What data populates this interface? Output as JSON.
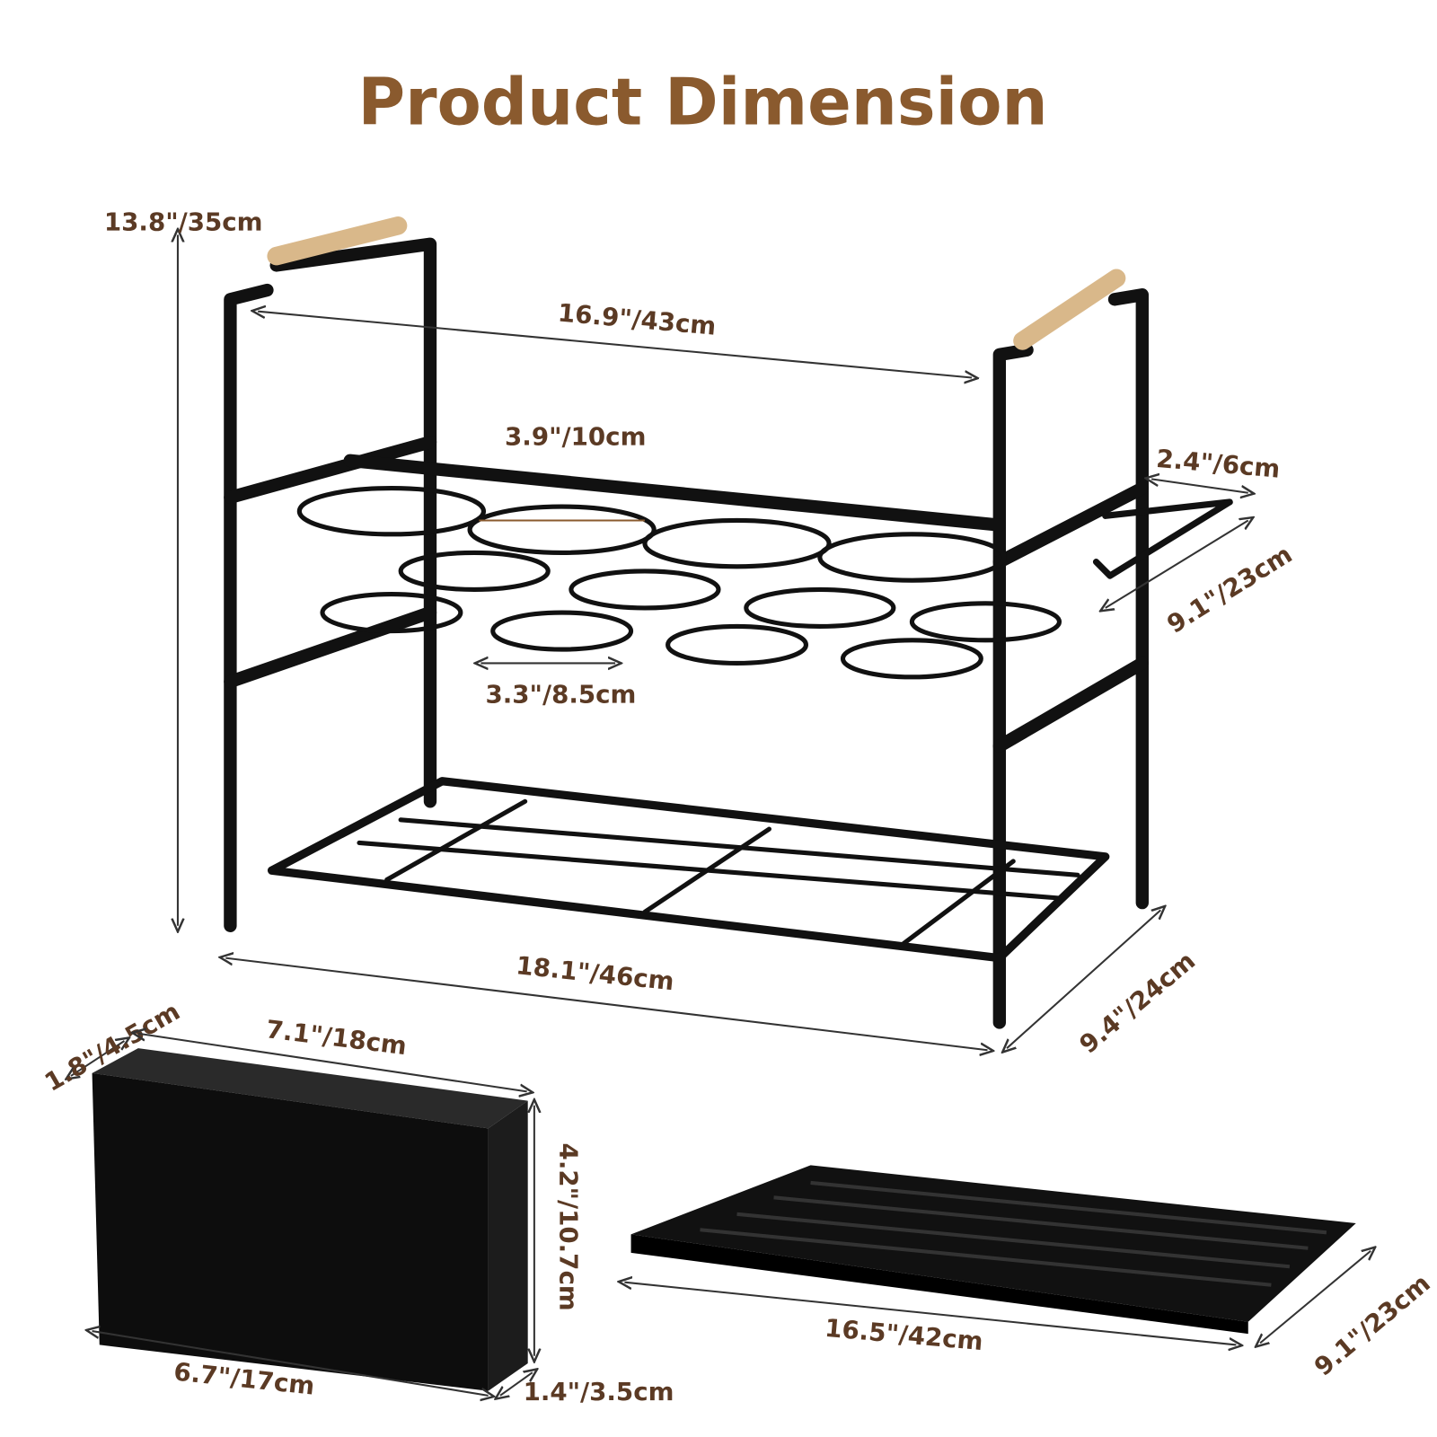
{
  "title": "Product Dimension",
  "rack": {
    "height": "13.8\"/35cm",
    "top_width": "16.9\"/43cm",
    "cup_diameter": "3.9\"/10cm",
    "cup_gap": "3.3\"/8.5cm",
    "hook_length": "2.4\"/6cm",
    "hook_depth": "9.1\"/23cm",
    "base_width": "18.1\"/46cm",
    "base_depth": "9.4\"/24cm"
  },
  "box": {
    "depth_top": "1.8\"/4.5cm",
    "width_top": "7.1\"/18cm",
    "height": "4.2\"/10.7cm",
    "width_bottom": "6.7\"/17cm",
    "depth_bottom": "1.4\"/3.5cm"
  },
  "tray": {
    "width": "16.5\"/42cm",
    "depth": "9.1\"/23cm"
  },
  "colors": {
    "title": "#8a5a2e",
    "label": "#5b3a24",
    "metal": "#111111",
    "wood": "#d9b88a"
  }
}
